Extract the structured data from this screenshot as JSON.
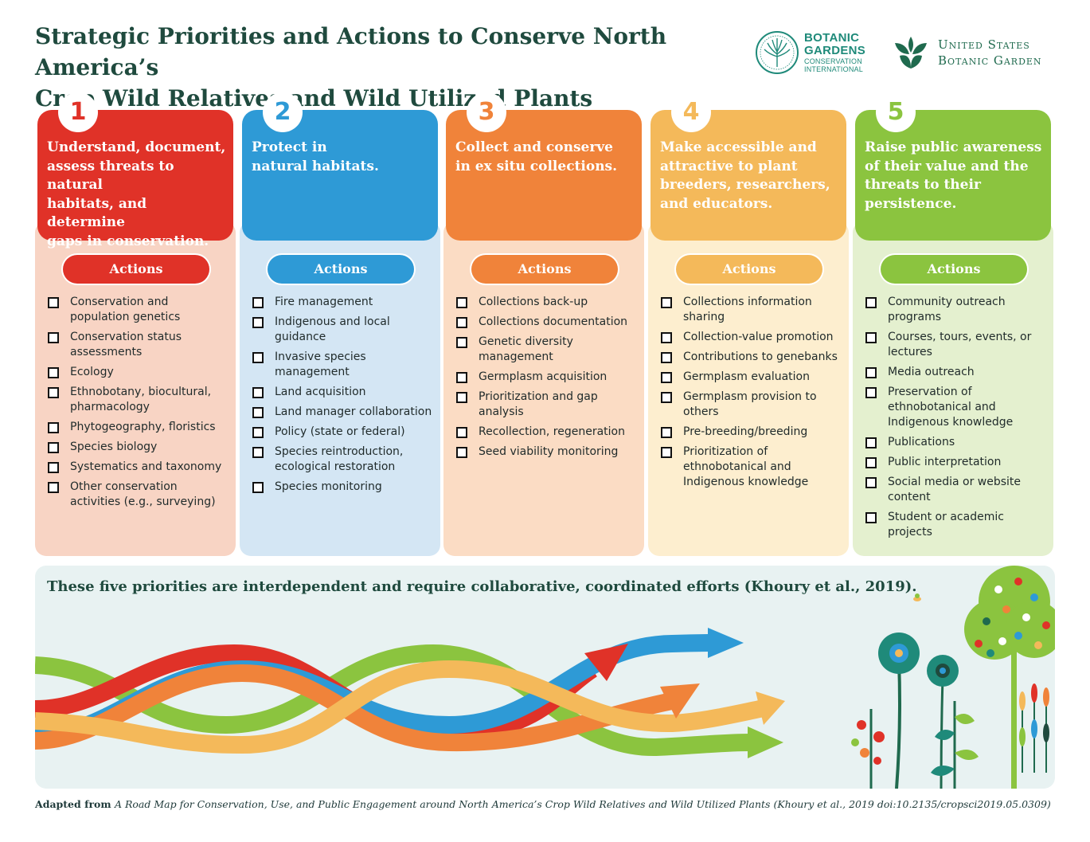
{
  "header": {
    "title_line1": "Strategic Priorities and Actions to Conserve North America’s",
    "title_line2": "Crop Wild Relatives and Wild Utilized Plants"
  },
  "logos": {
    "bgci": {
      "line1": "BOTANIC",
      "line2": "GARDENS",
      "line3": "CONSERVATION",
      "line4": "INTERNATIONAL"
    },
    "usbg": {
      "line1": "United States",
      "line2": "Botanic Garden"
    }
  },
  "columns": [
    {
      "number": "1",
      "heading_lines": [
        "Understand, document,",
        "assess threats to natural",
        "habitats, and determine",
        "gaps in conservation."
      ],
      "actions_label": "Actions",
      "actions": [
        "Conservation and population genetics",
        "Conservation status assessments",
        "Ecology",
        "Ethnobotany, biocultural, pharmacology",
        "Phytogeography, floristics",
        "Species biology",
        "Systematics and taxonomy",
        "Other conservation activities (e.g., surveying)"
      ]
    },
    {
      "number": "2",
      "heading_lines": [
        "Protect in",
        "natural habitats."
      ],
      "actions_label": "Actions",
      "actions": [
        "Fire management",
        "Indigenous and local guidance",
        "Invasive species management",
        "Land acquisition",
        "Land manager collaboration",
        "Policy (state or federal)",
        "Species reintroduction, ecological restoration",
        "Species monitoring"
      ]
    },
    {
      "number": "3",
      "heading_lines": [
        "Collect and conserve",
        "in ex situ collections."
      ],
      "actions_label": "Actions",
      "actions": [
        "Collections back-up",
        "Collections documentation",
        "Genetic diversity management",
        "Germplasm acquisition",
        "Prioritization and gap analysis",
        "Recollection, regeneration",
        "Seed viability monitoring"
      ]
    },
    {
      "number": "4",
      "heading_lines": [
        "Make accessible and",
        "attractive to plant",
        "breeders, researchers,",
        "and educators."
      ],
      "actions_label": "Actions",
      "actions": [
        "Collections information sharing",
        "Collection-value promotion",
        "Contributions to genebanks",
        "Germplasm evaluation",
        "Germplasm provision to others",
        "Pre-breeding/breeding",
        "Prioritization of ethnobotanical and Indigenous knowledge"
      ]
    },
    {
      "number": "5",
      "heading_lines": [
        "Raise public awareness",
        "of their value and the",
        "threats to their",
        "persistence."
      ],
      "actions_label": "Actions",
      "actions": [
        "Community outreach programs",
        "Courses, tours, events, or lectures",
        "Media outreach",
        "Preservation of ethnobotanical and Indigenous knowledge",
        "Publications",
        "Public interpretation",
        "Social media or website content",
        "Student or academic projects"
      ]
    }
  ],
  "bottom": {
    "message": "These five priorities are interdependent and require collaborative, coordinated efforts (Khoury et al., 2019)."
  },
  "footer": {
    "prefix": "Adapted from ",
    "title": "A Road Map for Conservation, Use, and Public Engagement around North America’s Crop Wild Relatives and Wild Utilized Plants",
    "citation": " (Khoury et al., 2019 doi:10.2135/cropsci2019.05.0309)"
  },
  "colors": {
    "red": "#e03228",
    "blue": "#2e9ad6",
    "orange": "#f0833a",
    "yellow": "#f4b95a",
    "green": "#8bc43f",
    "title": "#1f4a3e"
  }
}
